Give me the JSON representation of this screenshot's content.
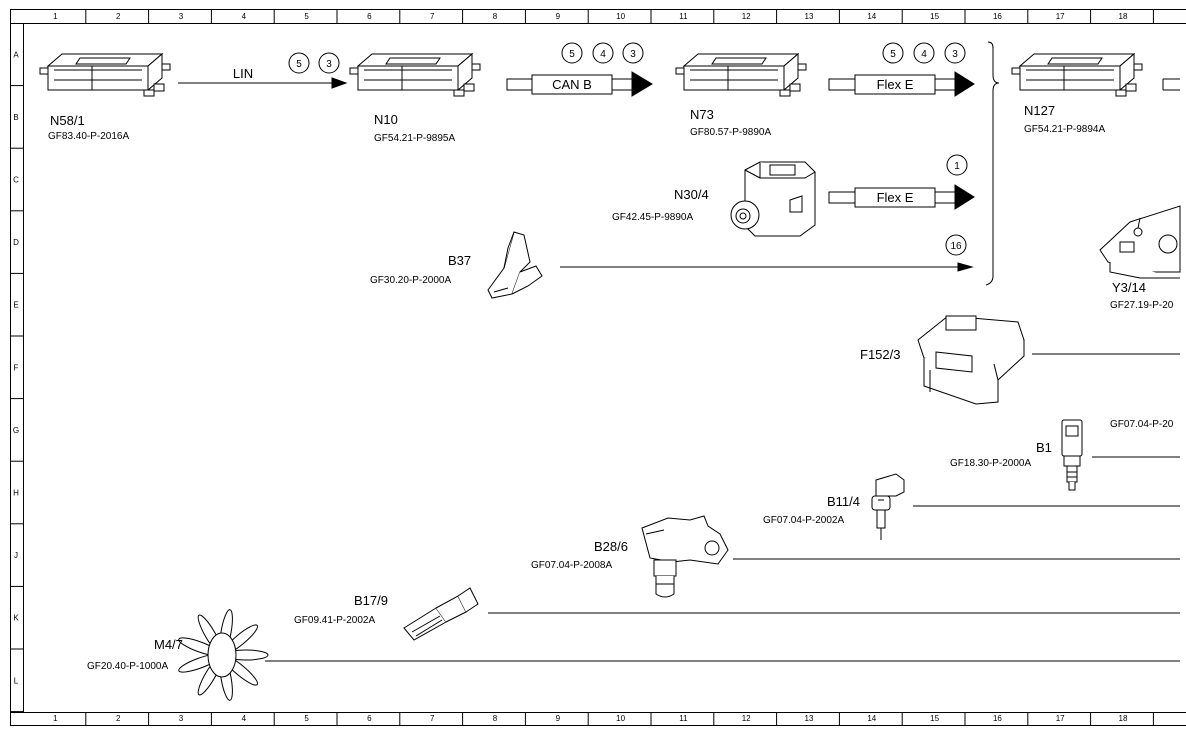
{
  "grid": {
    "columns": [
      "1",
      "2",
      "3",
      "4",
      "5",
      "6",
      "7",
      "8",
      "9",
      "10",
      "11",
      "12",
      "13",
      "14",
      "15",
      "16",
      "17",
      "18"
    ],
    "rows": [
      "A",
      "B",
      "C",
      "D",
      "E",
      "F",
      "G",
      "H",
      "J",
      "K",
      "L"
    ]
  },
  "components": [
    {
      "name": "N58/1",
      "ref": "GF83.40-P-2016A"
    },
    {
      "name": "N10",
      "ref": "GF54.21-P-9895A"
    },
    {
      "name": "N73",
      "ref": "GF80.57-P-9890A"
    },
    {
      "name": "N127",
      "ref": "GF54.21-P-9894A"
    },
    {
      "name": "N30/4",
      "ref": "GF42.45-P-9890A"
    },
    {
      "name": "B37",
      "ref": "GF30.20-P-2000A"
    },
    {
      "name": "Y3/14",
      "ref": "GF27.19-P-20"
    },
    {
      "name": "F152/3",
      "ref": ""
    },
    {
      "name": "B1",
      "ref": "GF18.30-P-2000A"
    },
    {
      "name": "",
      "ref": "GF07.04-P-20"
    },
    {
      "name": "B11/4",
      "ref": "GF07.04-P-2002A"
    },
    {
      "name": "B28/6",
      "ref": "GF07.04-P-2008A"
    },
    {
      "name": "B17/9",
      "ref": "GF09.41-P-2002A"
    },
    {
      "name": "M4/7",
      "ref": "GF20.40-P-1000A"
    }
  ],
  "buses": {
    "lin": "LIN",
    "can_b": "CAN B",
    "flex_e_1": "Flex E",
    "flex_e_2": "Flex E"
  },
  "markers": {
    "lin": [
      "5",
      "3"
    ],
    "can_b": [
      "5",
      "4",
      "3"
    ],
    "flex_e_1": [
      "5",
      "4",
      "3"
    ],
    "flex_e_2": [
      "1"
    ],
    "b37": [
      "16"
    ]
  }
}
